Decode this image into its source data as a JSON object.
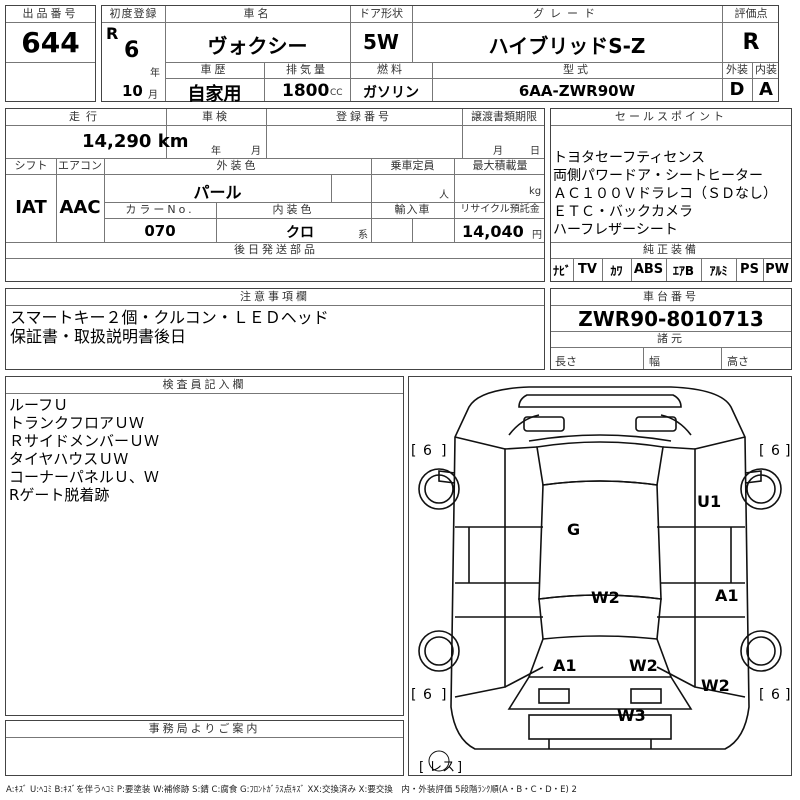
{
  "top": {
    "lot_no_header": "出品番号",
    "lot_no": "644",
    "first_reg_header": "初度登録",
    "era": "R",
    "year": "6",
    "year_unit": "年",
    "month": "10",
    "month_unit": "月",
    "car_name_header": "車名",
    "car_name": "ヴォクシー",
    "door_header": "ドア形状",
    "door": "5W",
    "grade_header": "グレード",
    "grade": "ハイブリッドS-Z",
    "score_header": "評価点",
    "score": "R",
    "exterior_header": "外装",
    "exterior": "D",
    "interior_header": "内装",
    "interior": "A",
    "history_header": "車歴",
    "history": "自家用",
    "displacement_header": "排気量",
    "displacement": "1800",
    "displacement_unit": "CC",
    "fuel_header": "燃料",
    "fuel": "ガソリン",
    "model_header": "型式",
    "model": "6AA-ZWR90W"
  },
  "mid": {
    "mileage_header": "走行",
    "mileage": "14,290 km",
    "inspection_header": "車検",
    "inspection_year_unit": "年",
    "inspection_month_unit": "月",
    "plate_header": "登録番号",
    "transfer_header": "譲渡書類期限",
    "transfer_month_unit": "月",
    "transfer_day_unit": "日",
    "shift_header": "シフト",
    "shift": "IAT",
    "aircon_header": "エアコン",
    "aircon": "AAC",
    "color_header": "外装色",
    "color": "パール",
    "capacity_header": "乗車定員",
    "capacity_unit": "人",
    "max_load_header": "最大積載量",
    "max_load_unit": "kg",
    "color_no_header": "カラーNo.",
    "color_no": "070",
    "interior_color_header": "内装色",
    "interior_color": "クロ",
    "interior_color_unit": "系",
    "import_header": "輸入車",
    "recycle_header": "リサイクル預託金",
    "recycle": "14,040",
    "recycle_unit": "円",
    "later_parts_header": "後日発送部品"
  },
  "sales": {
    "header": "セールスポイント",
    "lines": [
      "トヨタセーフティセンス",
      "両側パワードア・シートヒーター",
      "ＡＣ１００Ｖドラレコ（ＳＤなし）",
      "ＥＴＣ・バックカメラ",
      "ハーフレザーシート"
    ]
  },
  "equipment": {
    "header": "純正装備",
    "items": [
      "ﾅﾋﾞ",
      "TV",
      "ｶﾜ",
      "ABS",
      "ｴｱB",
      "ｱﾙﾐ",
      "PS",
      "PW"
    ]
  },
  "notes": {
    "header": "注意事項欄",
    "lines": [
      "スマートキー２個・クルコン・ＬＥＤヘッド",
      "保証書・取扱説明書後日"
    ]
  },
  "chassis": {
    "header": "車台番号",
    "value": "ZWR90-8010713",
    "spec_header": "諸元",
    "length_label": "長さ",
    "width_label": "幅",
    "height_label": "高さ"
  },
  "inspector": {
    "header": "検査員記入欄",
    "lines": [
      "ルーフＵ",
      "トランクフロアＵＷ",
      "ＲサイドメンバーＵＷ",
      "タイヤハウスＵＷ",
      "コーナーパネルＵ、Ｗ",
      "Rゲート脱着跡"
    ]
  },
  "office": {
    "header": "事務局よりご案内"
  },
  "diagram": {
    "tire_labels": [
      "6",
      "6",
      "6",
      "6"
    ],
    "damage_labels": [
      "U1",
      "G",
      "W2",
      "A1",
      "A1",
      "W2",
      "W2",
      "W3"
    ],
    "spare_label": "レス"
  },
  "legend": "A:ｷｽﾞ U:ﾍｺﾐ B:ｷｽﾞを伴うﾍｺﾐ P:要塗装 W:補修跡 S:錆 C:腐食 G:ﾌﾛﾝﾄｶﾞﾗｽ点ｷｽﾞ XX:交換済み X:要交換　内・外装評価 5段階ﾗﾝｸ順(A・B・C・D・E) 2"
}
